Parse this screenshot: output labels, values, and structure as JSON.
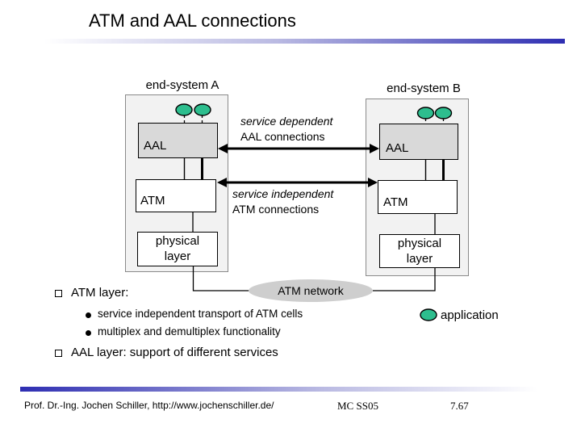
{
  "slide": {
    "title": "ATM and AAL connections"
  },
  "diagram": {
    "end_system_a": {
      "label": "end-system A",
      "aal_label": "AAL",
      "atm_label": "ATM",
      "physical_label": "physical\nlayer"
    },
    "end_system_b": {
      "label": "end-system B",
      "aal_label": "AAL",
      "atm_label": "ATM",
      "physical_label": "physical\nlayer"
    },
    "connections": {
      "aal_line1": "service dependent",
      "aal_line2": "AAL connections",
      "atm_line1": "service independent",
      "atm_line2": "ATM connections"
    },
    "network_label": "ATM network",
    "application_label": "application"
  },
  "bullets": {
    "item1": "ATM layer:",
    "sub1": "service independent transport of ATM cells",
    "sub2": "multiplex and demultiplex functionality",
    "item2": "AAL layer: support of different services"
  },
  "footer": {
    "author": "Prof. Dr.-Ing. Jochen Schiller, http://www.jochenschiller.de/",
    "course": "MC SS05",
    "page": "7.67"
  },
  "colors": {
    "accent_blue": "#2e2eb2",
    "application_green": "#2dbe8e",
    "aal_box_gray": "#d9d9d9",
    "triangle_gray": "#b2b2b2",
    "network_ellipse_gray": "#cecece",
    "panel_gray": "#f2f2f2"
  }
}
